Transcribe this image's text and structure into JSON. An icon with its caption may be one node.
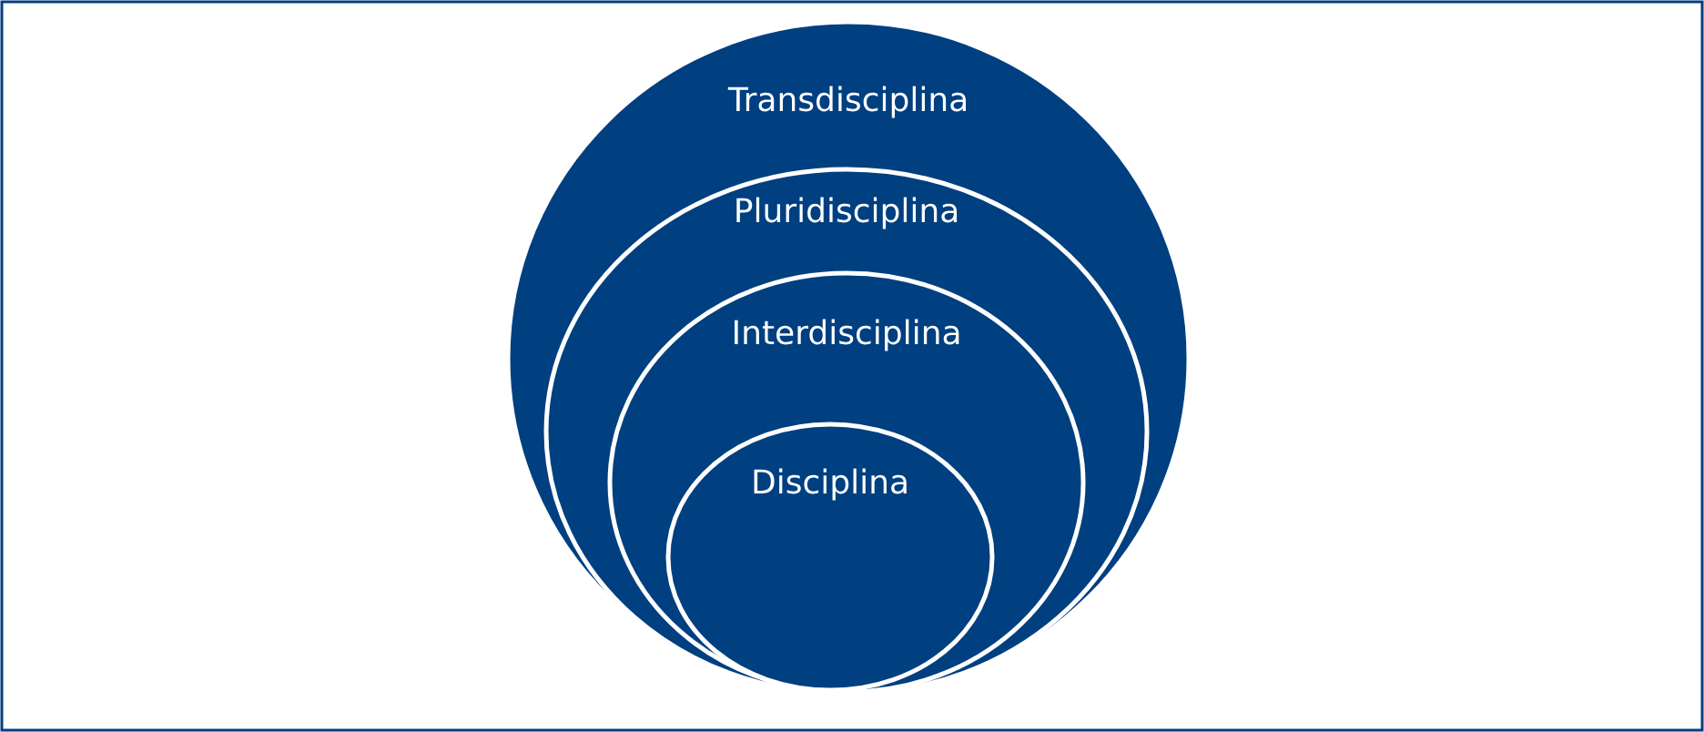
{
  "diagram": {
    "nodes": [
      {
        "text": [
          "Transdisciplina"
        ]
      },
      {
        "text": [
          "Pluridisciplina"
        ],
        "in": 0
      },
      {
        "text": [
          "Interdisciplina"
        ],
        "in": 1
      },
      {
        "text": [
          "Disciplina"
        ],
        "in": 2
      }
    ]
  }
}
